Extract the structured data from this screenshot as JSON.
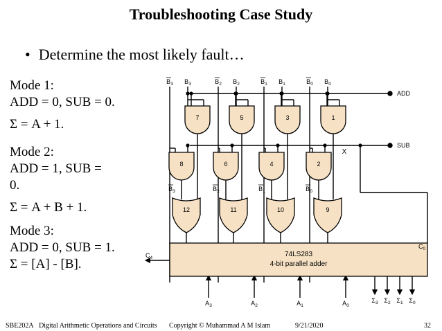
{
  "slide": {
    "title": "Troubleshooting Case Study",
    "bullet": "Determine the most likely fault…"
  },
  "modes": {
    "mode1": {
      "label": "Mode 1:",
      "inputs": "ADD = 0, SUB = 0.",
      "sum": "Σ = A + 1."
    },
    "mode2": {
      "label": "Mode 2:",
      "inputs_line1": "ADD = 1, SUB =",
      "inputs_line2": "0.",
      "sum": "Σ = A + B + 1."
    },
    "mode3": {
      "label": "Mode 3:",
      "inputs": "ADD = 0, SUB = 1.",
      "sum": "Σ = [A] - [B]."
    }
  },
  "circuit": {
    "top_inputs": [
      "B3",
      "B3",
      "B2",
      "B2",
      "B1",
      "B1",
      "B0",
      "B0"
    ],
    "and_gates": [
      "7",
      "5",
      "3",
      "1"
    ],
    "and_gates_lower": [
      "8",
      "6",
      "4",
      "2"
    ],
    "or_gates": [
      "12",
      "11",
      "10",
      "9"
    ],
    "inverted_labels": [
      "B3",
      "B2",
      "B1",
      "B0"
    ],
    "control_lines": {
      "add": "ADD",
      "sub": "SUB"
    },
    "fault_mark": "X",
    "adder": {
      "part": "74LS283",
      "desc": "4-bit parallel adder"
    },
    "carry_in": "C0",
    "carry_out": "C4",
    "a_inputs": [
      "A3",
      "A2",
      "A1",
      "A0"
    ],
    "sum_outputs": [
      "Σ3",
      "Σ2",
      "Σ1",
      "Σ0"
    ],
    "bg_color": "#f6e1c4"
  },
  "footer": {
    "course": "SBE202A",
    "topic": "Digital Arithmetic Operations and Circuits",
    "copyright": "Copyright © Muhammad A M Islam",
    "date": "9/21/2020",
    "page": "32"
  }
}
